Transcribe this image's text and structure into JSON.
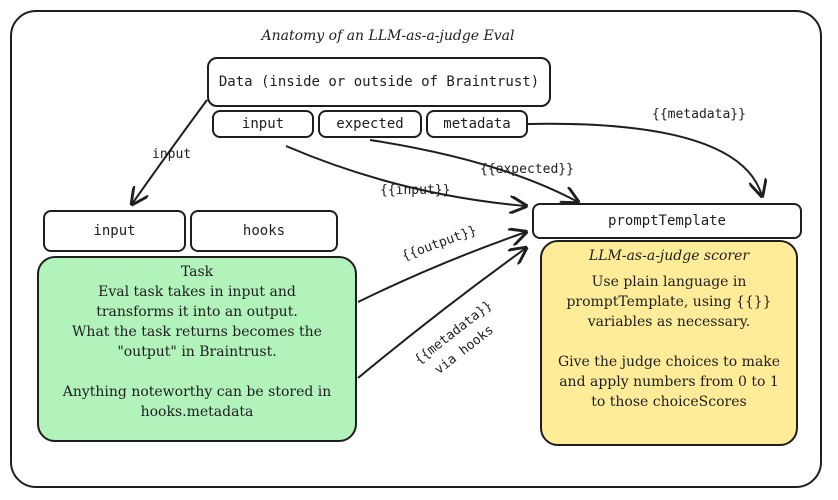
{
  "title": "Anatomy of an LLM-as-a-judge Eval",
  "data_box": {
    "label": "Data (inside or outside of Braintrust)",
    "fields": [
      "input",
      "expected",
      "metadata"
    ]
  },
  "task_inputs": {
    "input": "input",
    "hooks": "hooks"
  },
  "prompt_template": "promptTemplate",
  "task": {
    "lines": [
      "Task",
      "Eval task takes in input and",
      "transforms it into an output.",
      "What the task returns becomes the",
      "\"output\" in Braintrust.",
      "",
      "Anything noteworthy can be stored in",
      "hooks.metadata"
    ]
  },
  "scorer": {
    "lines": [
      "LLM-as-a-judge scorer",
      "Use plain language in",
      "promptTemplate, using {{}}",
      "variables as necessary.",
      "",
      "Give the judge choices to make",
      "and apply numbers from 0 to 1",
      "to those choiceScores"
    ]
  },
  "arrow_labels": {
    "input": "input",
    "metadata": "{{metadata}}",
    "expected": "{{expected}}",
    "input_var": "{{input}}",
    "output": "{{output}}",
    "metadata_hooks_1": "{{metadata}}",
    "metadata_hooks_2": "via hooks"
  }
}
